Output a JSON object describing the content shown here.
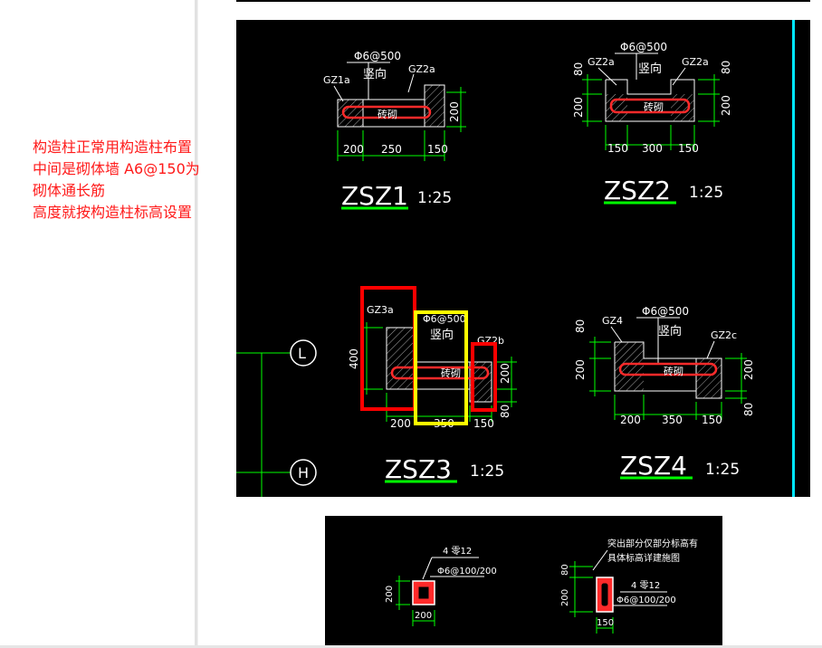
{
  "annotation": {
    "line1": "构造柱正常用构造柱布置",
    "line2": "中间是砌体墙 A6@150为",
    "line3": "砌体通长筋",
    "line4": "高度就按构造柱标高设置"
  },
  "drawing_main": {
    "zsz1": {
      "title": "ZSZ1",
      "scale": "1:25",
      "stirrup": "Φ6@500",
      "dir": "竖向",
      "gz_left": "GZ1a",
      "gz_right": "GZ2a",
      "wall": "砖砌",
      "dims": [
        "200",
        "250",
        "150"
      ],
      "height": "200"
    },
    "zsz2": {
      "title": "ZSZ2",
      "scale": "1:25",
      "stirrup": "Φ6@500",
      "dir": "竖向",
      "gz_left": "GZ2a",
      "gz_right": "GZ2a",
      "wall": "砖砌",
      "dims": [
        "150",
        "300",
        "150"
      ],
      "height": "200",
      "left_top": "80",
      "left_h": "200",
      "right_top": "80"
    },
    "zsz3": {
      "title": "ZSZ3",
      "scale": "1:25",
      "stirrup": "Φ6@500",
      "dir": "竖向",
      "gz_left": "GZ3a",
      "gz_right": "GZ2b",
      "wall": "砖砌",
      "dims": [
        "200",
        "350",
        "150"
      ],
      "left_h": "400",
      "right_h": "200",
      "right_bottom": "80"
    },
    "zsz4": {
      "title": "ZSZ4",
      "scale": "1:25",
      "stirrup": "Φ6@500",
      "dir": "竖向",
      "gz_left": "GZ4",
      "gz_right": "GZ2c",
      "wall": "砖砌",
      "dims": [
        "200",
        "350",
        "150"
      ],
      "left_top": "80",
      "left_h": "200",
      "right_h": "200",
      "right_bottom": "80"
    },
    "axes": [
      "L",
      "H"
    ],
    "colors": {
      "background": "#000000",
      "line": "#ffffff",
      "dimension": "#00ff00",
      "rebar": "#ff2a2a",
      "hatch": "#ffff00",
      "axis": "#00ff00",
      "underline": "#00ff00",
      "highlight_red": "#ff0000",
      "highlight_yellow": "#ffff00",
      "border_cyan": "#00e5ff"
    }
  },
  "drawing_second": {
    "left": {
      "bars": "4 零12",
      "stirrup": "Φ6@100/200",
      "height": "200",
      "width": "200"
    },
    "right": {
      "note1": "突出部分仅部分标高有",
      "note2": "具体标高详建施图",
      "bars": "4 零12",
      "stirrup": "Φ6@100/200",
      "top": "80",
      "height": "200",
      "width": "150"
    }
  }
}
